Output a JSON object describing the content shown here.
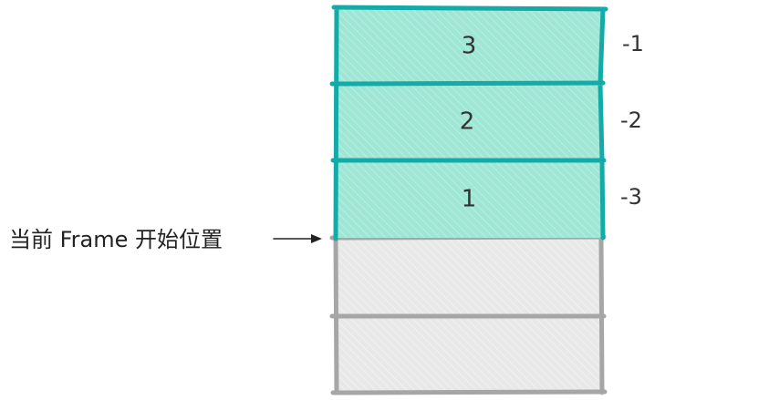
{
  "stack": {
    "frames": [
      {
        "label": "3",
        "offset": "-1"
      },
      {
        "label": "2",
        "offset": "-2"
      },
      {
        "label": "1",
        "offset": "-3"
      }
    ],
    "empty_slots": 2
  },
  "pointer": {
    "label": "当前 Frame 开始位置"
  },
  "colors": {
    "frame_fill": "#9fe6d5",
    "frame_hatch": "#b8eee2",
    "frame_border": "#13aaa8",
    "empty_fill": "#e8e8e8",
    "empty_hatch": "#f1f1f1",
    "empty_border": "#a6a6a6",
    "arrow": "#222222"
  }
}
